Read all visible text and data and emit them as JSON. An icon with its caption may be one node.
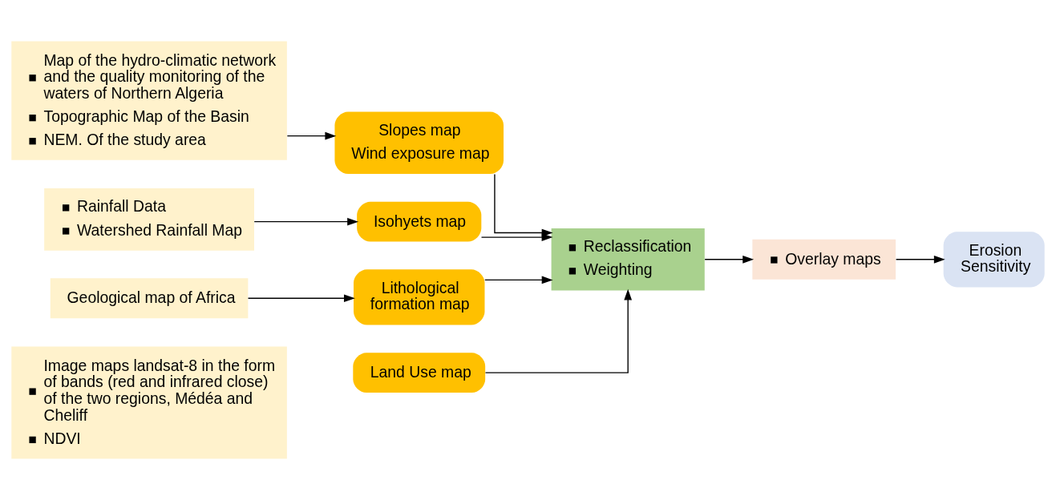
{
  "diagram": {
    "nodes": [
      {
        "text": [
          "Map of the hydro-climatic network and the quality monitoring of the waters of Northern Algeria",
          "Topographic Map of the Basin",
          "NEM. Of the study area"
        ]
      },
      {
        "text": [
          "Slopes map",
          "Wind exposure map"
        ]
      },
      {
        "text": [
          "Rainfall Data",
          "Watershed Rainfall Map"
        ]
      },
      {
        "text": [
          "Isohyets map"
        ]
      },
      {
        "text": [
          "Geological map of Africa"
        ]
      },
      {
        "text": [
          "Lithological formation map"
        ]
      },
      {
        "text": [
          "Image maps landsat-8 in the form of bands (red and infrared close) of the two regions, Médéa and Cheliff",
          "NDVI"
        ]
      },
      {
        "text": [
          "Land Use map"
        ]
      },
      {
        "text": [
          "Reclassification",
          "Weighting"
        ]
      },
      {
        "text": [
          "Overlay maps"
        ]
      },
      {
        "text": [
          "Erosion Sensitivity"
        ]
      }
    ],
    "edges": [
      {
        "from": 0,
        "to": 1,
        "arrow": "to"
      },
      {
        "from": 2,
        "to": 3,
        "arrow": "to"
      },
      {
        "from": 4,
        "to": 5,
        "arrow": "to"
      },
      {
        "from": 1,
        "to": 8,
        "arrow": "to"
      },
      {
        "from": 3,
        "to": 8,
        "arrow": "to"
      },
      {
        "from": 5,
        "to": 8,
        "arrow": "to"
      },
      {
        "from": 7,
        "to": 8,
        "arrow": "to"
      },
      {
        "from": 8,
        "to": 9,
        "arrow": "to"
      },
      {
        "from": 9,
        "to": 10,
        "arrow": "to"
      }
    ]
  }
}
